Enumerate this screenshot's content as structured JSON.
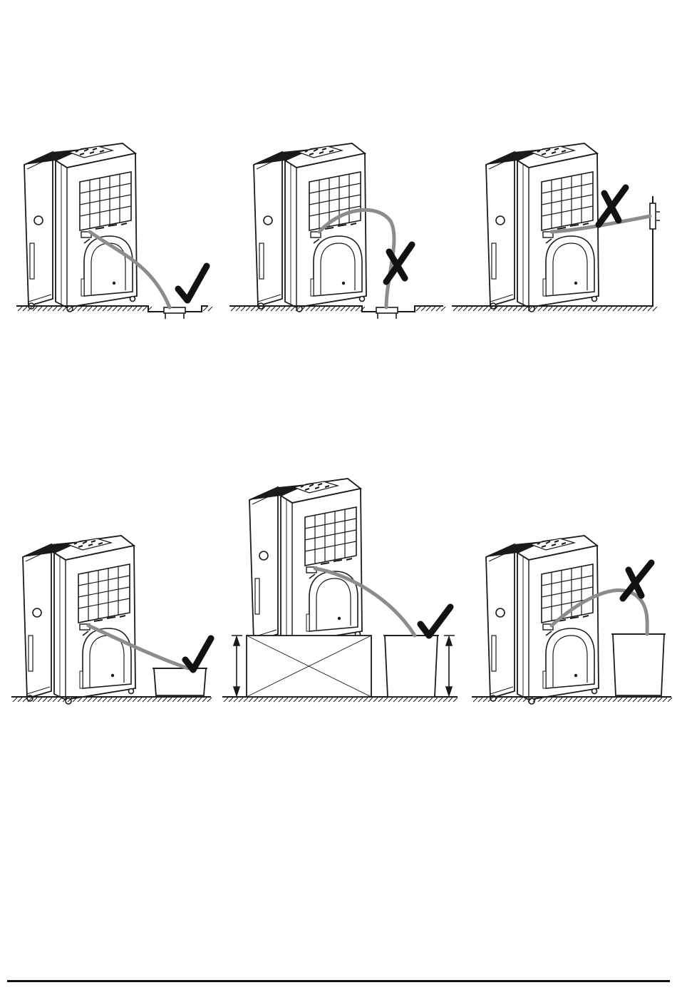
{
  "colors": {
    "line": "#1a1a1a",
    "hose": "#8c8c8c",
    "mark": "#111111",
    "paper": "#ffffff"
  },
  "diagram": {
    "panels": [
      {
        "id": "floor-drain-low",
        "status": "correct",
        "status_icon": "check-mark-icon"
      },
      {
        "id": "floor-drain-uphill",
        "status": "incorrect",
        "status_icon": "cross-mark-icon"
      },
      {
        "id": "wall-outlet-high",
        "status": "incorrect",
        "status_icon": "cross-mark-icon"
      },
      {
        "id": "bucket-low",
        "status": "correct",
        "status_icon": "check-mark-icon"
      },
      {
        "id": "raised-unit-bucket",
        "status": "correct",
        "status_icon": "check-mark-icon"
      },
      {
        "id": "bucket-uphill",
        "status": "incorrect",
        "status_icon": "cross-mark-icon"
      }
    ]
  }
}
